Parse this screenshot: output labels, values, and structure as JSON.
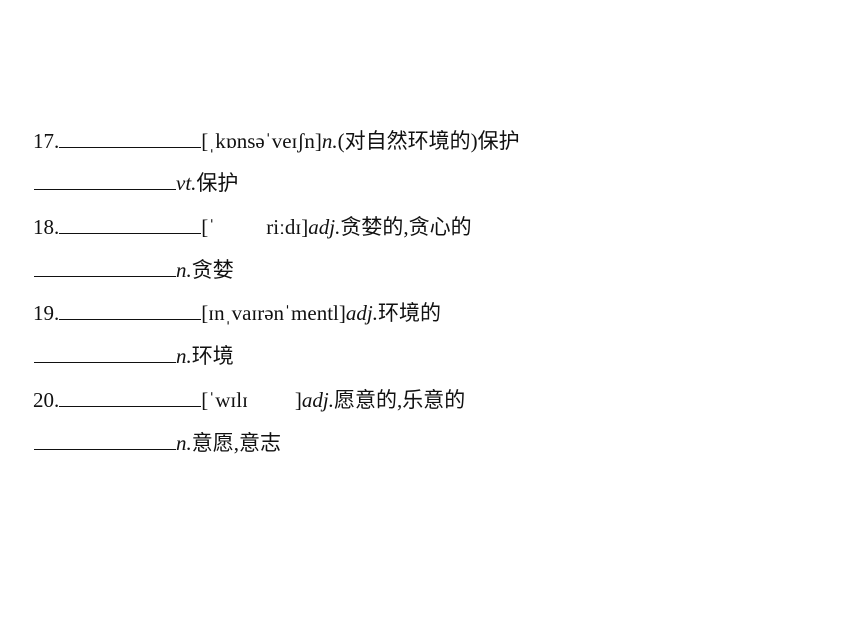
{
  "items": [
    {
      "number": "17.",
      "phonetic": "[ˌkɒnsəˈveɪʃn]",
      "pos": "n.",
      "meaning": "(对自然环境的)保护",
      "derived_pos": "vt.",
      "derived_meaning": "保护"
    },
    {
      "number": "18.",
      "phonetic_start": "[ˈ",
      "phonetic_end": "riːdɪ]",
      "pos": "adj.",
      "meaning": "贪婪的,贪心的",
      "derived_pos": "n.",
      "derived_meaning": "贪婪"
    },
    {
      "number": "19.",
      "phonetic": "[ɪnˌvaɪrənˈmentl]",
      "pos": "adj.",
      "meaning": "环境的",
      "derived_pos": "n.",
      "derived_meaning": "环境"
    },
    {
      "number": "20.",
      "phonetic_start": "[ˈwɪlɪ",
      "phonetic_end": "]",
      "pos": "adj.",
      "meaning": "愿意的,乐意的",
      "derived_pos": "n.",
      "derived_meaning": "意愿,意志"
    }
  ]
}
